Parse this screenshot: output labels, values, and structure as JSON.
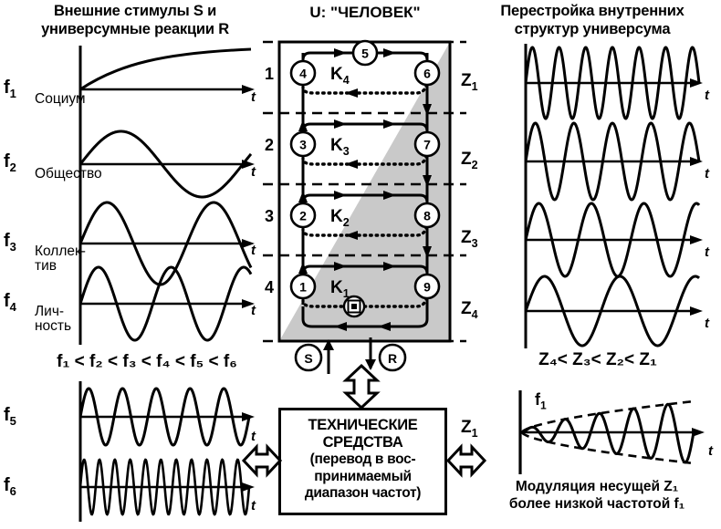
{
  "left_panel": {
    "title": "Внешние стимулы S и\nуниверсумные реакции R",
    "title_line1": "Внешние стимулы S и",
    "title_line2": "универсумные реакции R",
    "plots": [
      {
        "freq_label": "f",
        "freq_sub": "1",
        "name": "Социум",
        "name_line2": "",
        "axis_label": "t",
        "wave": "saturating",
        "cycles": 0
      },
      {
        "freq_label": "f",
        "freq_sub": "2",
        "name": "Общество",
        "name_line2": "",
        "axis_label": "t",
        "wave": "sine",
        "cycles": 1.05
      },
      {
        "freq_label": "f",
        "freq_sub": "3",
        "name": "Коллек-",
        "name_line2": "тив",
        "axis_label": "t",
        "wave": "sine",
        "cycles": 1.6
      },
      {
        "freq_label": "f",
        "freq_sub": "4",
        "name": "Лич-",
        "name_line2": "ность",
        "axis_label": "t",
        "wave": "sine",
        "cycles": 2.35
      }
    ],
    "inequality": "f₁ < f₂ < f₃ < f₄ < f₅ < f₆",
    "bottom_plots": [
      {
        "freq_label": "f",
        "freq_sub": "5",
        "axis_label": "t",
        "cycles": 5.0
      },
      {
        "freq_label": "f",
        "freq_sub": "6",
        "axis_label": "t",
        "cycles": 11.0
      }
    ]
  },
  "center_panel": {
    "title": "U: \"ЧЕЛОВЕК\"",
    "row_numbers": [
      "1",
      "2",
      "3",
      "4"
    ],
    "k_labels": [
      {
        "base": "K",
        "sub": "4"
      },
      {
        "base": "K",
        "sub": "3"
      },
      {
        "base": "K",
        "sub": "2"
      },
      {
        "base": "K",
        "sub": "1"
      }
    ],
    "nodes": [
      "1",
      "2",
      "3",
      "4",
      "5",
      "6",
      "7",
      "8",
      "9"
    ],
    "left_nodes": [
      "4",
      "3",
      "2",
      "1"
    ],
    "right_nodes": [
      "6",
      "7",
      "8",
      "9"
    ],
    "top_node": "5",
    "stimulus_label": "S",
    "reaction_label": "R",
    "center_icon": "nested-square-icon",
    "fill_color": "#c9c9c9"
  },
  "right_panel": {
    "title_line1": "Перестройка внутренних",
    "title_line2": "структур универсума",
    "plots": [
      {
        "label": "Z",
        "sub": "1",
        "axis_label": "t",
        "cycles": 6.5
      },
      {
        "label": "Z",
        "sub": "2",
        "axis_label": "t",
        "cycles": 4.5
      },
      {
        "label": "Z",
        "sub": "3",
        "axis_label": "t",
        "cycles": 3.3
      },
      {
        "label": "Z",
        "sub": "4",
        "axis_label": "t",
        "cycles": 2.3
      }
    ],
    "inequality": "Z₄< Z₃< Z₂< Z₁"
  },
  "tech_box": {
    "line1": "ТЕХНИЧЕСКИЕ",
    "line2": "СРЕДСТВА",
    "line3": "(перевод в вос-",
    "line4": "принимаемый",
    "line5": "диапазон частот)"
  },
  "modulation_panel": {
    "carrier_label": "Z",
    "carrier_sub": "1",
    "envelope_label": "f",
    "envelope_sub": "1",
    "axis_label": "t",
    "caption_line1": "Модуляция несущей Z₁",
    "caption_line2": "более низкой частотой f₁",
    "cycles": 5.0
  }
}
